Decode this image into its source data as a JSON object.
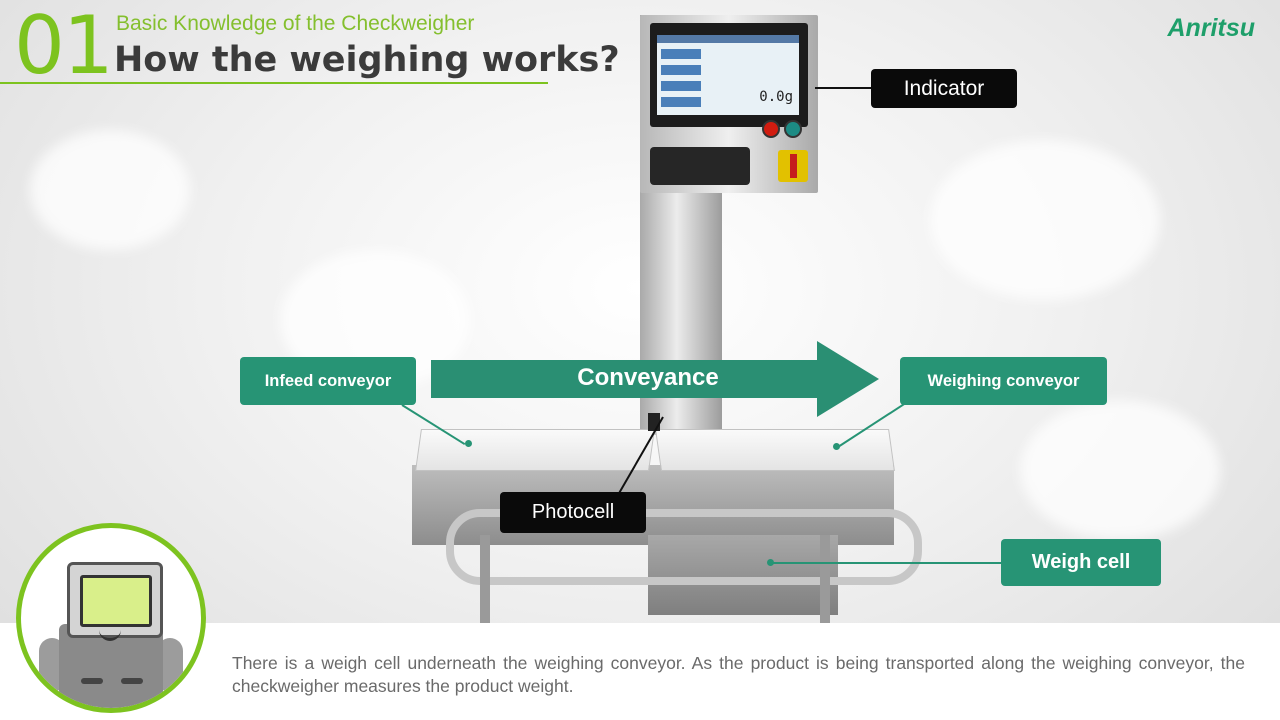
{
  "header": {
    "number": "01",
    "subtitle": "Basic Knowledge of the Checkweigher",
    "title": "How the weighing works?",
    "logo": "Anritsu"
  },
  "colors": {
    "accent_green": "#7dc31f",
    "callout_green": "#279475",
    "callout_dark": "#0a0a0a",
    "arrow_green": "#2a8f73"
  },
  "machine": {
    "screen_value": "0.0g"
  },
  "labels": {
    "indicator": "Indicator",
    "infeed": "Infeed conveyor",
    "conveyance": "Conveyance",
    "weighing": "Weighing conveyor",
    "photocell": "Photocell",
    "weigh_cell": "Weigh cell"
  },
  "caption": {
    "text": "There is a weigh cell underneath the weighing conveyor. As the product is being transported along the weighing conveyor, the checkweigher measures the product weight."
  },
  "mascot": {
    "icon": "checkweigher-mascot-icon"
  }
}
